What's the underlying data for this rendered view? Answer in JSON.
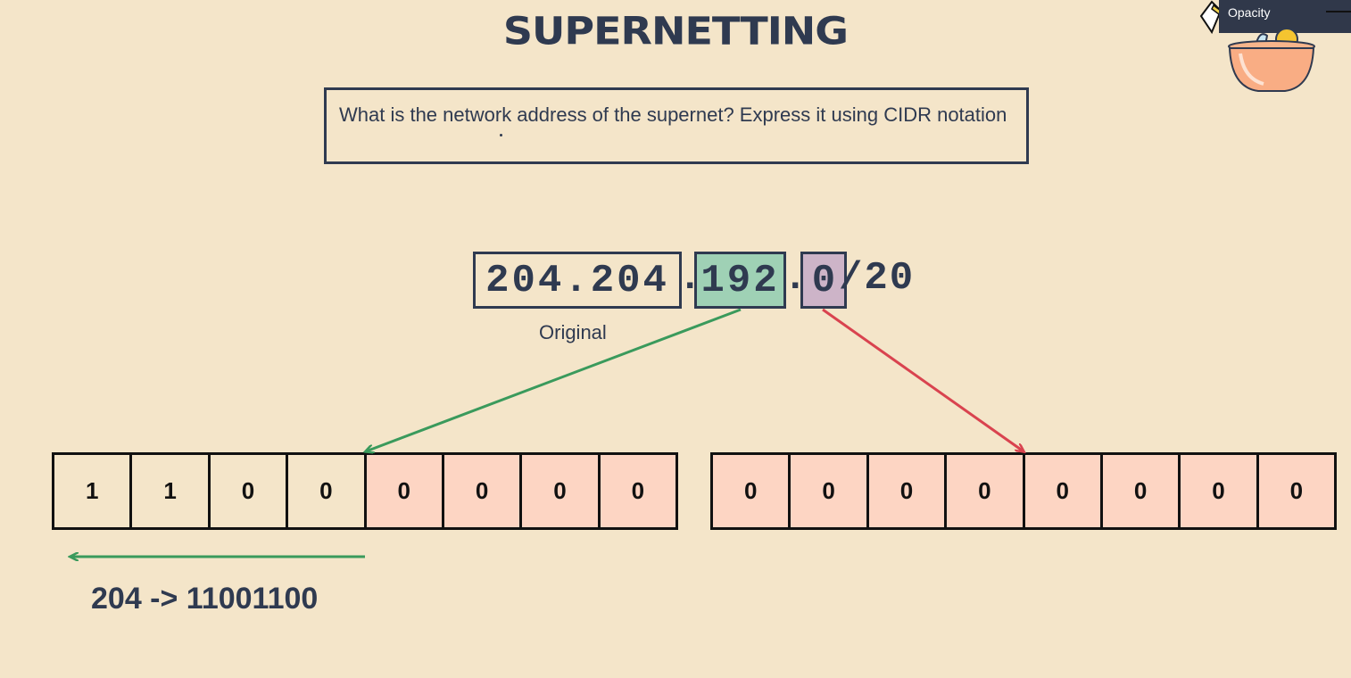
{
  "slide": {
    "title": "SUPERNETTING",
    "question": "What is the network address of the supernet? Express it using CIDR notation"
  },
  "ip": {
    "first_octets": "204.204",
    "dot1": ".",
    "third_octet": "192",
    "dot2": ".",
    "fourth_octet": "0",
    "prefix": "/20",
    "original_label": "Original"
  },
  "bits": {
    "third_octet": [
      {
        "value": "1",
        "highlight": false
      },
      {
        "value": "1",
        "highlight": false
      },
      {
        "value": "0",
        "highlight": false
      },
      {
        "value": "0",
        "highlight": false
      },
      {
        "value": "0",
        "highlight": true
      },
      {
        "value": "0",
        "highlight": true
      },
      {
        "value": "0",
        "highlight": true
      },
      {
        "value": "0",
        "highlight": true
      }
    ],
    "fourth_octet": [
      {
        "value": "0",
        "highlight": true
      },
      {
        "value": "0",
        "highlight": true
      },
      {
        "value": "0",
        "highlight": true
      },
      {
        "value": "0",
        "highlight": true
      },
      {
        "value": "0",
        "highlight": true
      },
      {
        "value": "0",
        "highlight": true
      },
      {
        "value": "0",
        "highlight": true
      },
      {
        "value": "0",
        "highlight": true
      }
    ]
  },
  "conversion": "204 -> 11001100",
  "toolbar": {
    "opacity_label": "Opacity"
  },
  "colors": {
    "background": "#f4e5c9",
    "text": "#2f3a50",
    "green": "#9fd1b5",
    "purple": "#cdb4c8",
    "pink": "#fdd5c3",
    "green_arrow": "#3a9a5c",
    "red_arrow": "#d9434f"
  }
}
